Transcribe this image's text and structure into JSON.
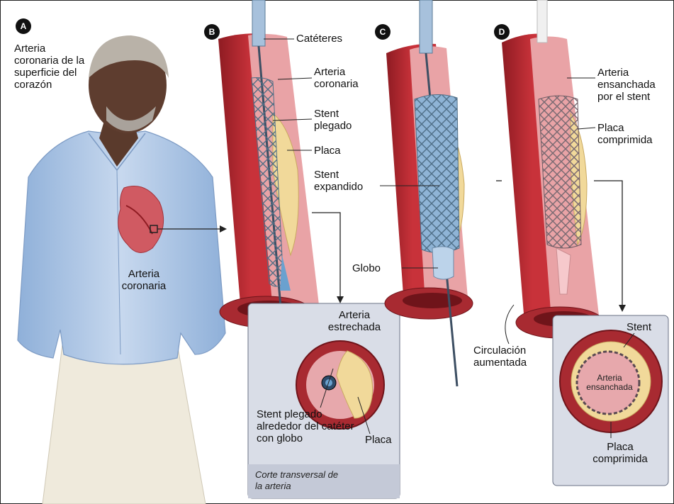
{
  "panels": {
    "a": {
      "badge": "A",
      "title": "Arteria coronaria de la superficie del corazón",
      "heart_label": "Arteria coronaria"
    },
    "b": {
      "badge": "B",
      "catheters": "Catéteres",
      "artery": "Arteria coronaria",
      "stent": "Stent plegado",
      "plaque": "Placa"
    },
    "c": {
      "badge": "C",
      "stent": "Stent expandido",
      "balloon": "Globo"
    },
    "d": {
      "badge": "D",
      "artery": "Arteria ensanchada por el stent",
      "plaque": "Placa comprimida"
    }
  },
  "cross_section_b": {
    "top": "Arteria estrechada",
    "left": "Stent plegado alrededor del catéter con globo",
    "right": "Placa",
    "caption": "Corte transversal de la arteria"
  },
  "flow": {
    "label": "Circulación aumentada"
  },
  "cross_section_d": {
    "stent": "Stent",
    "center": "Arteria ensanchada",
    "bottom": "Placa comprimida"
  },
  "colors": {
    "artery_dark": "#8e1b22",
    "artery_mid": "#c8323a",
    "artery_light": "#e9a3a6",
    "plaque": "#f1d99a",
    "stent": "#5f7f97",
    "inset_bg": "#d9dde7",
    "shirt": "#aac3e3"
  }
}
